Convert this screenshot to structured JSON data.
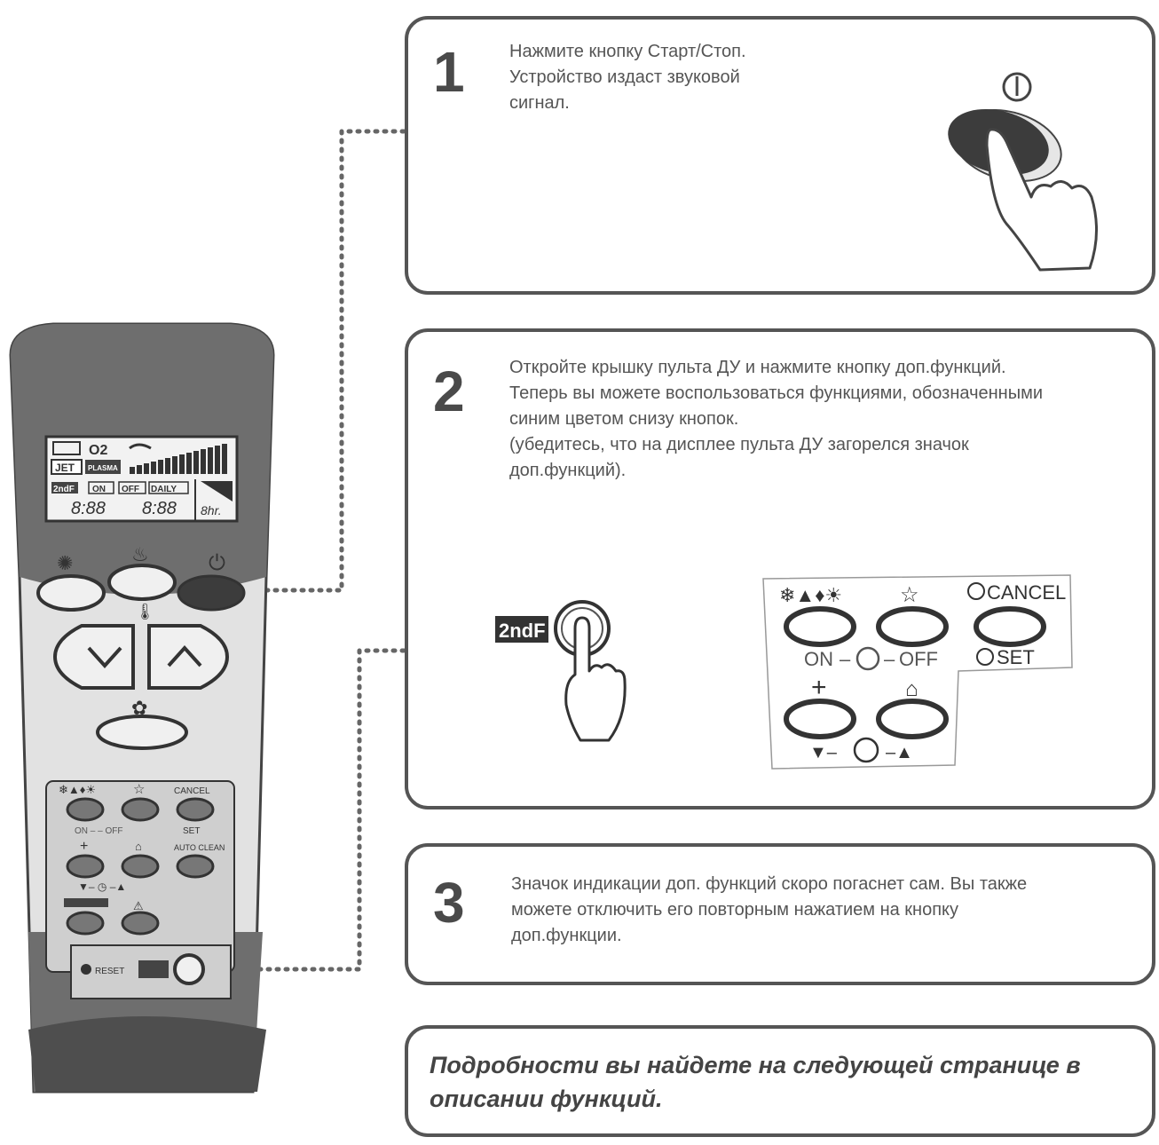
{
  "steps": [
    {
      "number": "1",
      "text": "Нажмите кнопку Старт/Стоп.\nУстройство издаст звуковой\nсигнал."
    },
    {
      "number": "2",
      "text": "Откройте крышку пульта ДУ и нажмите кнопку доп.функций.\nТеперь вы можете воспользоваться функциями, обозначенными\nсиним цветом снизу кнопок.\n(убедитесь, что на дисплее пульта ДУ загорелся значок\nдоп.функций)."
    },
    {
      "number": "3",
      "text": "Значок индикации доп. функций скоро погаснет сам. Вы также\nможете отключить его повторным нажатием на кнопку\nдоп.функции."
    }
  ],
  "final_note": "Подробности вы найдете на следующей странице в\nописании функций.",
  "remote": {
    "display": {
      "jet": "JET",
      "plasma": "PLASMA",
      "o2": "O2",
      "second_f": "2ndF",
      "on": "ON",
      "off": "OFF",
      "daily": "DAILY",
      "time_a": "8:88",
      "time_b": "8:88",
      "hours": "8hr."
    },
    "lower": {
      "cancel": "CANCEL",
      "set": "SET",
      "on_off": "ON – – OFF",
      "auto_clean": "AUTO CLEAN"
    },
    "reset": "RESET"
  },
  "panel2": {
    "second_f": "2ndF",
    "cancel": "CANCEL",
    "set": "SET",
    "on": "ON",
    "off": "OFF"
  }
}
